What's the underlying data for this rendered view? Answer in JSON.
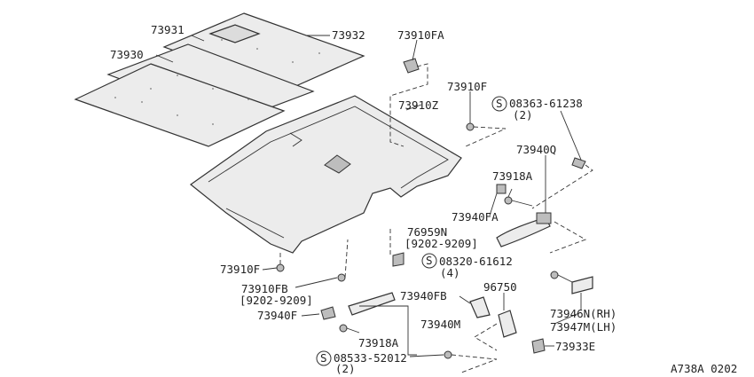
{
  "labels": {
    "l73931": "73931",
    "l73932": "73932",
    "l73930": "73930",
    "l73910FA": "73910FA",
    "l73910F_top": "73910F",
    "l08363": "08363-61238",
    "l08363_qty": "(2)",
    "l73910Z": "73910Z",
    "l73940Q": "73940Q",
    "l73918A_top": "73918A",
    "l73940FA": "73940FA",
    "l76959N": "76959N",
    "l76959N_range": "[9202-9209]",
    "l08320": "08320-61612",
    "l08320_qty": "(4)",
    "l73910F_bottom": "73910F",
    "l73910FB": "73910FB",
    "l73910FB_range": "[9202-9209]",
    "l73940F": "73940F",
    "l73940FB": "73940FB",
    "l96750": "96750",
    "l73940M": "73940M",
    "l73946N": "73946N(RH)",
    "l73947M": "73947M(LH)",
    "l73918A_bottom": "73918A",
    "l73933E": "73933E",
    "l08533": "08533-52012",
    "l08533_qty": "(2)",
    "diagram_code": "A738A 0202"
  },
  "symbols": {
    "screw_mark": "S"
  }
}
